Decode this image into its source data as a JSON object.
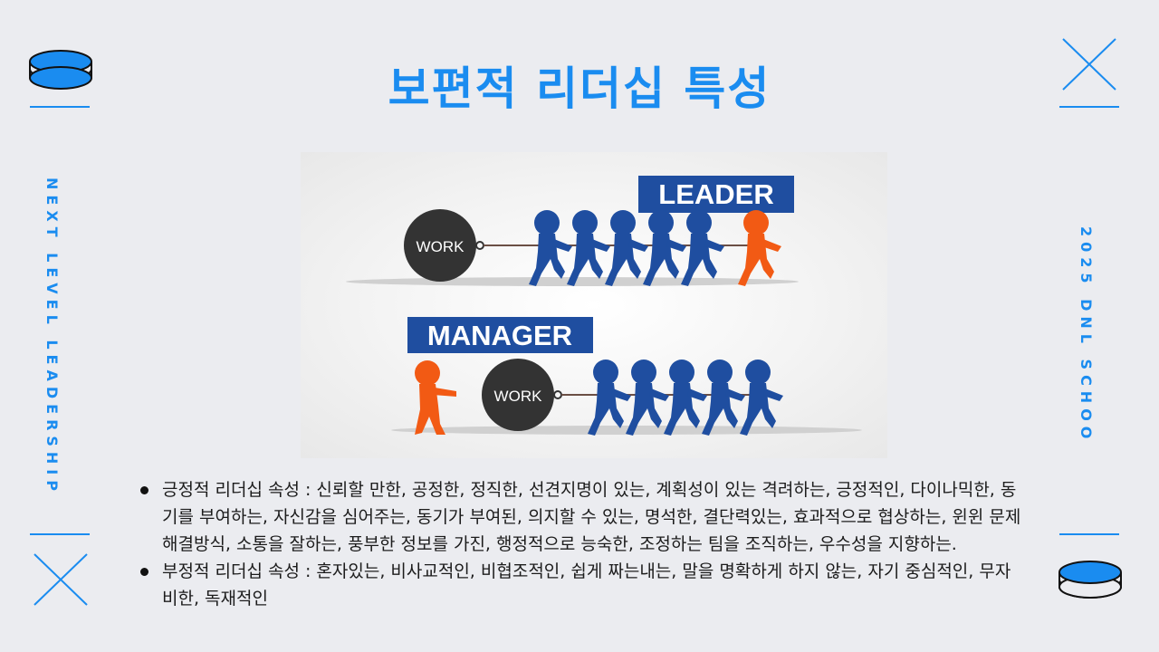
{
  "title": "보편적 리더십 특성",
  "side_left": "NEXT LEVEL LEADERSHIP",
  "side_right": "2025 DNL SCHOO",
  "figure": {
    "leader_label": "LEADER",
    "manager_label": "MANAGER",
    "work_label_1": "WORK",
    "work_label_2": "WORK"
  },
  "bullets": [
    "긍정적 리더십 속성 : 신뢰할 만한, 공정한, 정직한, 선견지명이 있는, 계획성이 있는 격려하는, 긍정적인, 다이나믹한, 동기를 부여하는, 자신감을 심어주는, 동기가 부여된, 의지할 수 있는, 명석한, 결단력있는, 효과적으로 협상하는, 윈윈 문제해결방식, 소통을 잘하는, 풍부한 정보를 가진, 행정적으로 능숙한, 조정하는 팀을 조직하는, 우수성을 지향하는.",
    "부정적 리더십 속성 : 혼자있는, 비사교적인, 비협조적인, 쉽게 짜는내는, 말을 명확하게 하지 않는, 자기 중심적인, 무자비한, 독재적인"
  ],
  "colors": {
    "accent": "#1a8cf0",
    "figure_blue": "#1f4ea0",
    "figure_orange": "#f25a14",
    "ball": "#333333"
  }
}
